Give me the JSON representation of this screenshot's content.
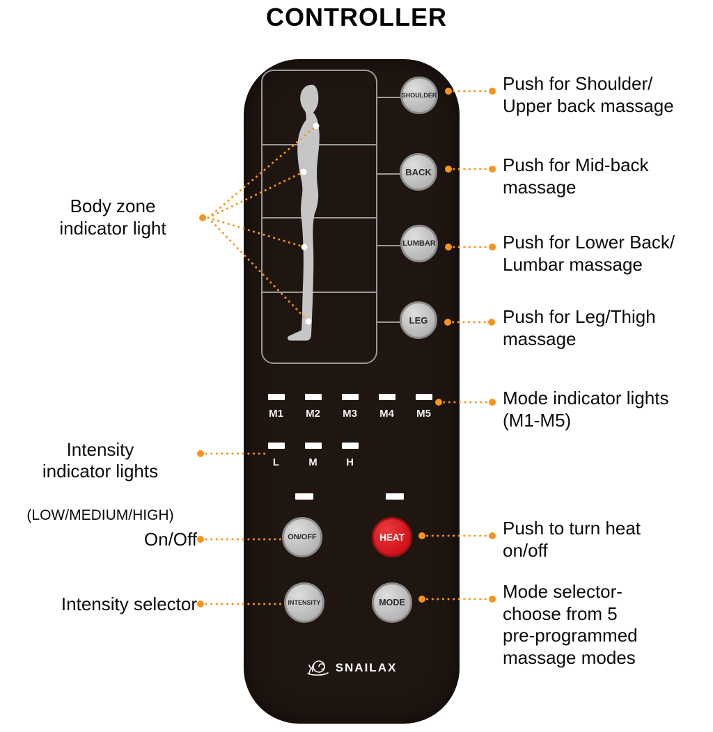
{
  "title": "CONTROLLER",
  "colors": {
    "accent_orange": "#F7941D",
    "remote_body": "#1F1611",
    "heat_red": "#D3161D",
    "button_gray": "#BCBCBC",
    "indicator_light": "#FFFFFF"
  },
  "remote": {
    "brand": "SNAILAX",
    "zone_buttons": [
      {
        "label": "SHOULDER"
      },
      {
        "label": "BACK"
      },
      {
        "label": "LUMBAR"
      },
      {
        "label": "LEG"
      }
    ],
    "mode_lights": {
      "labels": [
        "M1",
        "M2",
        "M3",
        "M4",
        "M5"
      ]
    },
    "intensity_lights": {
      "labels": [
        "L",
        "M",
        "H"
      ]
    },
    "buttons": {
      "power": "ON/OFF",
      "heat": "HEAT",
      "intensity": "INTENSITY",
      "mode": "MODE"
    }
  },
  "annotations": {
    "left": {
      "body_zone": {
        "text": "Body zone\nindicator light"
      },
      "intensity_lights": {
        "text": "Intensity\nindicator lights",
        "subtext": "(LOW/MEDIUM/HIGH)"
      },
      "power": {
        "text": "On/Off"
      },
      "intensity_selector": {
        "text": "Intensity selector"
      }
    },
    "right": {
      "shoulder": {
        "text": "Push for Shoulder/\nUpper back massage"
      },
      "back": {
        "text": "Push for Mid-back\nmassage"
      },
      "lumbar": {
        "text": "Push for Lower Back/\nLumbar massage"
      },
      "leg": {
        "text": "Push for Leg/Thigh\nmassage"
      },
      "mode_lights": {
        "text": "Mode indicator lights\n(M1-M5)"
      },
      "heat": {
        "text": "Push to turn heat\non/off"
      },
      "mode_selector": {
        "text": "Mode selector-\nchoose from 5\npre-programmed\nmassage modes"
      }
    }
  }
}
